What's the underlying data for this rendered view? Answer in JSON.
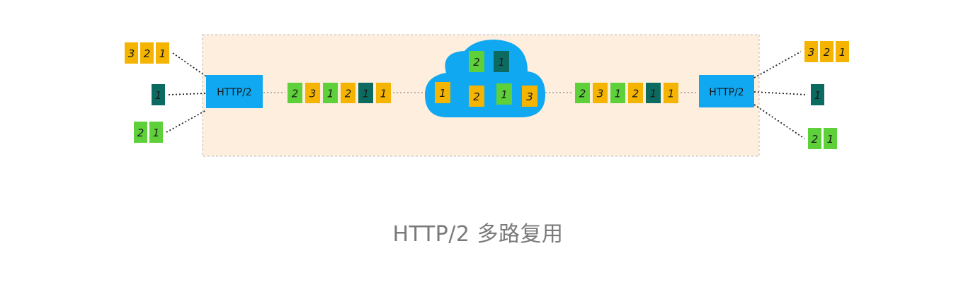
{
  "caption": "HTTP/2 多路复用",
  "colors": {
    "background_band": "#fdeedd",
    "band_border": "#cfcfcf",
    "http_box": "#10a8f0",
    "cloud": "#10a8f0",
    "stream_orange": "#f5b400",
    "stream_green": "#5dd03a",
    "stream_teal": "#0b6b60",
    "connector": "#222222",
    "link": "#9a9a9a"
  },
  "http_boxes": {
    "left_label": "HTTP/2",
    "right_label": "HTTP/2"
  },
  "client_streams": [
    {
      "name": "stream-orange",
      "frames": [
        "3",
        "2",
        "1"
      ],
      "color": "orange"
    },
    {
      "name": "stream-teal",
      "frames": [
        "1"
      ],
      "color": "teal"
    },
    {
      "name": "stream-green",
      "frames": [
        "2",
        "1"
      ],
      "color": "green"
    }
  ],
  "server_streams": [
    {
      "name": "stream-orange",
      "frames": [
        "3",
        "2",
        "1"
      ],
      "color": "orange"
    },
    {
      "name": "stream-teal",
      "frames": [
        "1"
      ],
      "color": "teal"
    },
    {
      "name": "stream-green",
      "frames": [
        "2",
        "1"
      ],
      "color": "green"
    }
  ],
  "left_sequence": [
    {
      "label": "2",
      "color": "green"
    },
    {
      "label": "3",
      "color": "orange"
    },
    {
      "label": "1",
      "color": "green"
    },
    {
      "label": "2",
      "color": "orange"
    },
    {
      "label": "1",
      "color": "teal"
    },
    {
      "label": "1",
      "color": "orange"
    }
  ],
  "right_sequence": [
    {
      "label": "2",
      "color": "green"
    },
    {
      "label": "3",
      "color": "orange"
    },
    {
      "label": "1",
      "color": "green"
    },
    {
      "label": "2",
      "color": "orange"
    },
    {
      "label": "1",
      "color": "teal"
    },
    {
      "label": "1",
      "color": "orange"
    }
  ],
  "cloud_frames": [
    {
      "label": "2",
      "color": "green"
    },
    {
      "label": "1",
      "color": "teal"
    },
    {
      "label": "1",
      "color": "orange"
    },
    {
      "label": "2",
      "color": "orange"
    },
    {
      "label": "1",
      "color": "green"
    },
    {
      "label": "3",
      "color": "orange"
    }
  ]
}
